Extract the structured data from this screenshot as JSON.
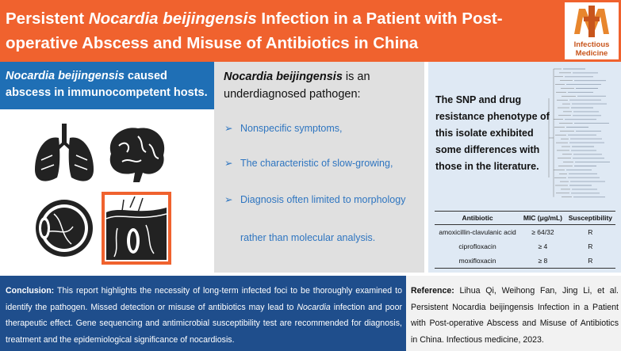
{
  "header": {
    "title_part1": "Persistent ",
    "title_italic": "Nocardia beijingensis",
    "title_part2": " Infection in a Patient with Post-operative Abscess and Misuse of Antibiotics in China",
    "logo_line1": "Infectious",
    "logo_line2": "Medicine",
    "colors": {
      "header_bg": "#f0622e",
      "logo_accent": "#e8862d"
    }
  },
  "left": {
    "heading_italic": "Nocardia beijingensis",
    "heading_rest": " caused abscess in immunocompetent hosts.",
    "organs": [
      "lungs-icon",
      "brain-icon",
      "eye-icon",
      "skin-icon"
    ],
    "highlight_color": "#f0622e"
  },
  "middle": {
    "title_italic": "Nocardia beijingensis",
    "title_rest": " is an underdiagnosed pathogen:",
    "bullet_glyph": "➢",
    "bullets": [
      "Nonspecific symptoms,",
      "The characteristic of slow-growing,",
      "Diagnosis often limited to morphology",
      "rather than molecular analysis."
    ]
  },
  "right": {
    "text": "The SNP and drug resistance phenotype of this isolate exhibited some differences with those in the literature.",
    "table": {
      "headers": [
        "Antibiotic",
        "MIC (μg/mL)",
        "Susceptibility"
      ],
      "rows": [
        [
          "amoxicillin-clavulanic acid",
          "≥ 64/32",
          "R"
        ],
        [
          "ciprofloxacin",
          "≥ 4",
          "R"
        ],
        [
          "moxifloxacin",
          "≥ 8",
          "R"
        ]
      ]
    }
  },
  "conclusion": {
    "label": "Conclusion:",
    "text1": " This report highlights the necessity of long-term infected foci to be thoroughly examined to identify the pathogen. Missed detection or misuse of antibiotics may lead to ",
    "italic": "Nocardia",
    "text2": " infection and poor therapeutic effect. Gene sequencing and  antimicrobial susceptibility test are recommended for diagnosis, treatment and the epidemiological significance of nocardiosis."
  },
  "reference": {
    "label": "Reference:",
    "text": " Lihua Qi, Weihong Fan, Jing Li, et al. Persistent Nocardia beijingensis Infection in a Patient with Post-operative Abscess and Misuse of Antibiotics in China. Infectious medicine, 2023."
  }
}
